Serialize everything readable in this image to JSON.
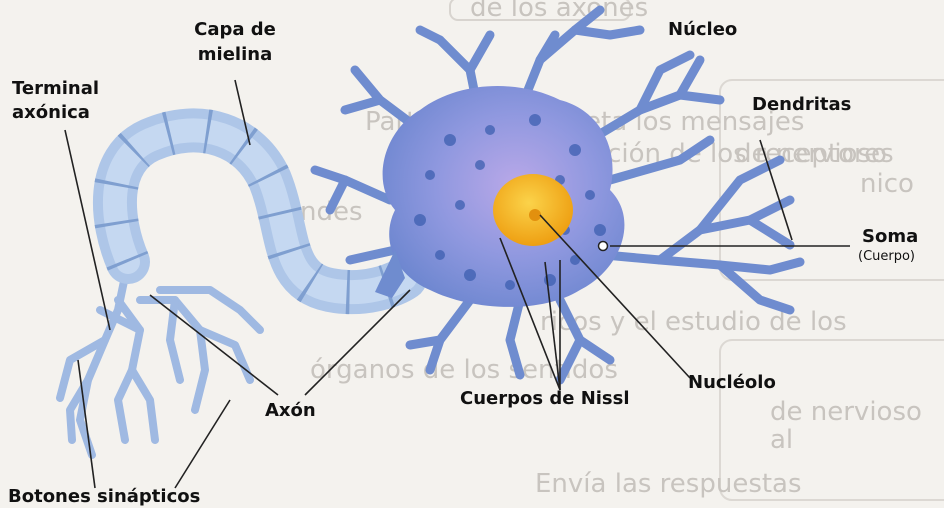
{
  "labels": {
    "myelin_line1": "Capa de",
    "myelin_line2": "mielina",
    "nucleus": "Núcleo",
    "axon_terminal_line1": "Terminal",
    "axon_terminal_line2": "axónica",
    "dendrites": "Dendritas",
    "soma": "Soma",
    "soma_sub": "(Cuerpo)",
    "axon": "Axón",
    "nissl": "Cuerpos de Nissl",
    "nucleolus": "Nucléolo",
    "synaptic_buttons": "Botones sinápticos"
  },
  "background_text": [
    "de los axones",
    "Parte que interpreta los mensajes",
    "función de los receptores",
    "de nervioso",
    "nico",
    "ndes",
    "ricos y el estudio de los",
    "órganos de los sentidos",
    "de nervioso",
    "al",
    "Envía las respuestas"
  ],
  "colors": {
    "cell_body": "#7a93d6",
    "dendrite": "#6f8ccf",
    "myelin": "#a9c3e6",
    "nucleus": "#f2b21b",
    "nissl": "#3d5fb0"
  }
}
